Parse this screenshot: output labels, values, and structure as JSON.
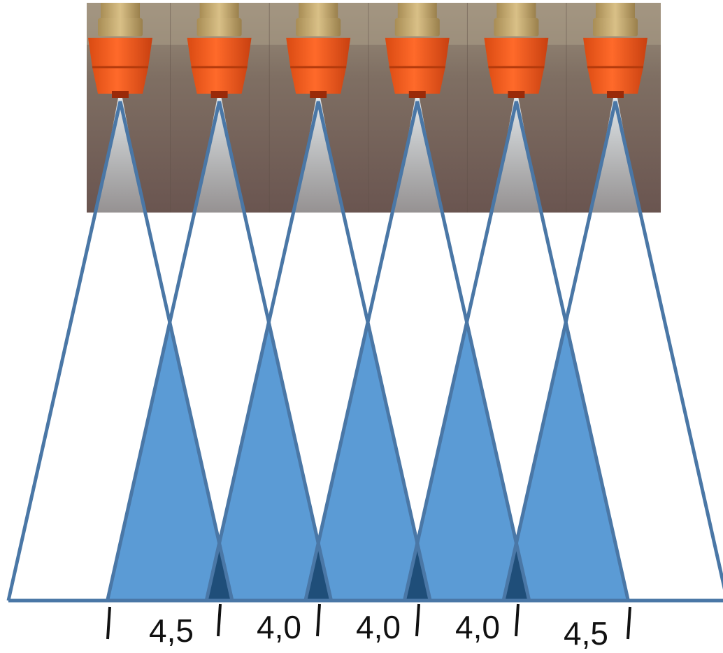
{
  "photo": {
    "description_icon": "spray-nozzle-photo",
    "nozzle_count": 6
  },
  "overlap_labels": [
    "4,5",
    "4,0",
    "4,0",
    "4,0",
    "4,5"
  ],
  "colors": {
    "outline": "#4a77a6",
    "double_coverage": "#5b9bd5",
    "triple_coverage": "#1f4e79",
    "nozzle_cap": "#ef5a1c",
    "nozzle_brass": "#c8aa6a",
    "background_wall": "#8a7a6a"
  }
}
